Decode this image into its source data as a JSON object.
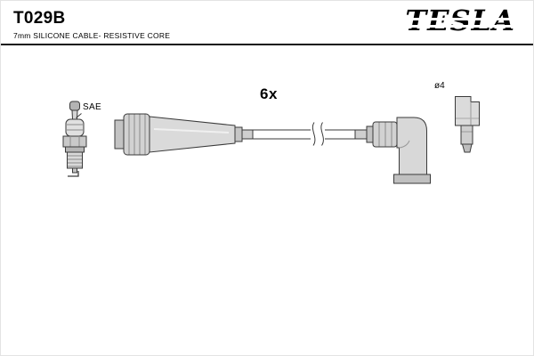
{
  "header": {
    "part_number": "T029B",
    "description": "7mm SILICONE CABLE- RESISTIVE CORE",
    "brand": "TESLA"
  },
  "diagram": {
    "quantity": "6x",
    "plug_standard": "SAE",
    "terminal_diameter": "ø4"
  },
  "colors": {
    "ink": "#000000",
    "background": "#ffffff",
    "line": "#3a3a3a",
    "fill_light": "#d8d8d8"
  }
}
